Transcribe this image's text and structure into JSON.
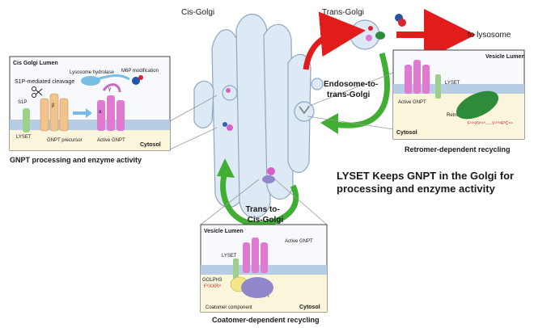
{
  "labels": {
    "cis_golgi": "Cis-Golgi",
    "trans_golgi": "Trans-Golgi",
    "to_lysosome": "to lysosome",
    "endosome_to_trans_golgi": [
      "Endosome-to-",
      "trans-Golgi"
    ],
    "trans_to_cis_golgi": [
      "Trans to-",
      "Cis-Golgi"
    ],
    "main_statement": [
      "LYSET Keeps GNPT in the Golgi for",
      "processing and enzyme activity"
    ]
  },
  "panels": {
    "processing": {
      "title": "Cis Golgi Lumen",
      "caption": "GNPT processing and enzyme activity",
      "lysosome_hydrolase": "Lysosome hydrolase",
      "m6p_modification": "M6P modification",
      "s1p_cleavage": "S1P-mediated cleavage",
      "s1p": "S1P",
      "lyset": "LYSET",
      "gnpt_precursor": "GNPT precursor",
      "active_gnpt": "Active GNPT",
      "cytosol": "Cytosol",
      "subunit_a": "α",
      "subunit_b": "β",
      "subunit_g": "γ"
    },
    "retromer": {
      "title": "Vesicle Lumen",
      "caption": "Retromer-dependent recycling",
      "lyset": "LYSET",
      "active_gnpt": "Active GNPT",
      "retromer": "Retromer",
      "motif": "F⁵³⁵XV⁵⁸⁰......V¹⁰⁰⁸R⁰C¹¹⁶",
      "cytosol": "Cytosol"
    },
    "coatomer": {
      "title": "Vesicle Lumen",
      "caption": "Coatomer-dependent recycling",
      "active_gnpt": "Active GNPT",
      "lyset": "LYSET",
      "golph3": "GOLPH3",
      "motif": "F⁵XXR⁸",
      "copi": "COPI",
      "coatomer_component": "Coatomer component",
      "cytosol": "Cytosol"
    }
  },
  "colors": {
    "golgi_fill": "#dde9f4",
    "golgi_stroke": "#8ea8c3",
    "arrow_green": "#3fae32",
    "arrow_red": "#e21b1b",
    "membrane": "#b7cde6",
    "lumen": "#f7f9fd",
    "cytosol": "#fbf5dc",
    "gnpt_pink": "#e07ad0",
    "gnpt_precursor": "#f0c48c",
    "hydrolase_cyan": "#78bde6",
    "retromer_green": "#2e8b3a",
    "copi_purple": "#8f87c9",
    "golph3_yellow": "#f4e58a",
    "m6p_blue": "#2355a8",
    "m6p_red": "#d6252d",
    "motif_red": "#d42020"
  }
}
